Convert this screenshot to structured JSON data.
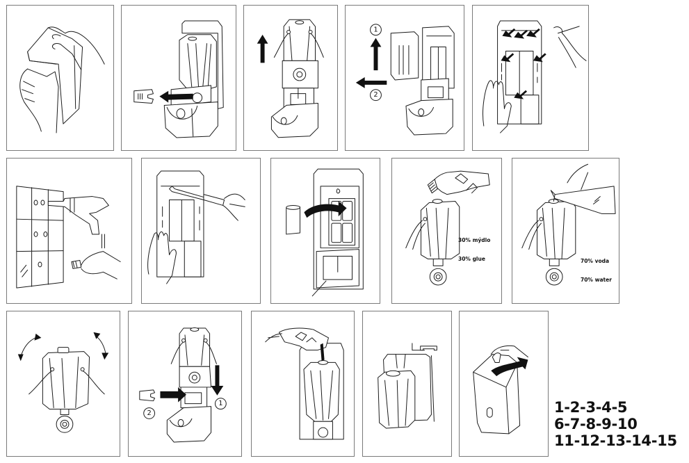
{
  "document": {
    "type": "soap-dispenser-assembly-instructions",
    "steps": [
      {
        "step": 1,
        "description": "Unlock dispenser cover with hands"
      },
      {
        "step": 2,
        "description": "Remove locking clip from dispenser",
        "arrow": "left"
      },
      {
        "step": 3,
        "description": "Lift soap container up",
        "arrow": "up"
      },
      {
        "step": 4,
        "description": "Lift and remove back cover",
        "labels": [
          "1",
          "2"
        ],
        "arrows": [
          "up",
          "left"
        ]
      },
      {
        "step": 5,
        "description": "Mark drilling holes on back plate",
        "arrow_count": 6
      },
      {
        "step": 6,
        "description": "Drill holes in tile wall and insert dowels"
      },
      {
        "step": 7,
        "description": "Screw back plate to wall"
      },
      {
        "step": 8,
        "description": "Insert batteries",
        "arrow": "right"
      },
      {
        "step": 9,
        "description": "Pour soap into container",
        "text": [
          "30% mýdlo",
          "30% glue"
        ]
      },
      {
        "step": 10,
        "description": "Pour water into container",
        "text": [
          "70% voda",
          "70% water"
        ]
      },
      {
        "step": 11,
        "description": "Shake container to mix"
      },
      {
        "step": 12,
        "description": "Insert container and clip",
        "labels": [
          "1",
          "2"
        ],
        "arrows": [
          "down",
          "right"
        ]
      },
      {
        "step": 13,
        "description": "Refill container in place"
      },
      {
        "step": 14,
        "description": "Attach cover top"
      },
      {
        "step": 15,
        "description": "Close and lock cover",
        "arrow": "curved"
      }
    ]
  },
  "labels": {
    "p4_num1": "1",
    "p4_num2": "2",
    "p9_line1": "30% mýdlo",
    "p9_line2": "30% glue",
    "p10_line1": "70% voda",
    "p10_line2": "70% water",
    "p12_num1": "1",
    "p12_num2": "2"
  },
  "legend": {
    "rows": [
      "1-2-3-4-5",
      "6-7-8-9-10",
      "11-12-13-14-15"
    ]
  }
}
